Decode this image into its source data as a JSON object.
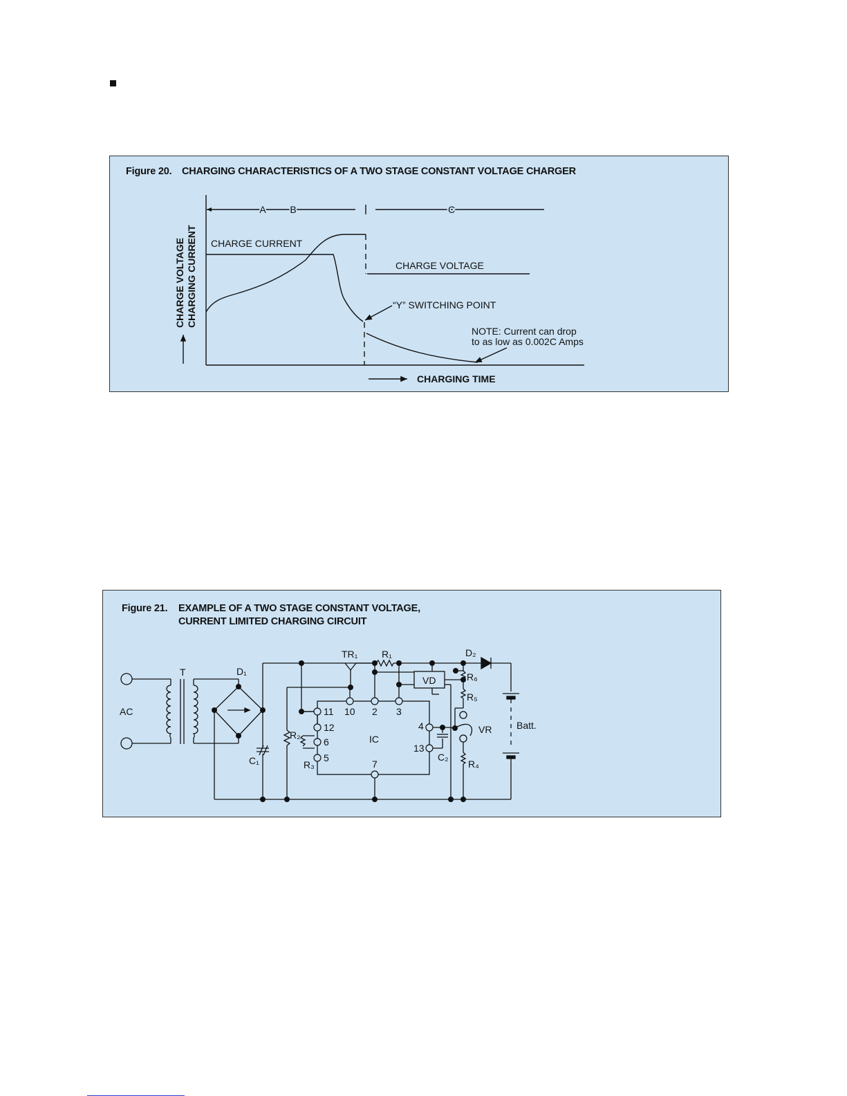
{
  "figure20": {
    "number": "Figure 20.",
    "title": "CHARGING CHARACTERISTICS OF A TWO STAGE CONSTANT VOLTAGE CHARGER",
    "y_axis_label_1": "CHARGE VOLTAGE",
    "y_axis_label_2": "CHARGING CURRENT",
    "x_axis_label": "CHARGING TIME",
    "regions": {
      "a": "A",
      "b": "B",
      "c": "C"
    },
    "curve_labels": {
      "charge_current": "CHARGE CURRENT",
      "charge_voltage": "CHARGE VOLTAGE",
      "switching_point": "“Y” SWITCHING POINT"
    },
    "note_line_1": "NOTE: Current can drop",
    "note_line_2": "to as low as 0.002C Amps"
  },
  "figure21": {
    "number": "Figure 21.",
    "title_line_1": "EXAMPLE OF A TWO STAGE CONSTANT VOLTAGE,",
    "title_line_2": "CURRENT LIMITED CHARGING CIRCUIT",
    "components": {
      "ac": "AC",
      "transformer": "T",
      "d1": "D₁",
      "d2": "D₂",
      "c1": "C₁",
      "c2": "C₂",
      "tr1": "TR₁",
      "r1": "R₁",
      "r2": "R₂",
      "r3": "R₃",
      "r4": "R₄",
      "r5": "R₅",
      "r6": "R₆",
      "vd": "VD",
      "vr": "VR",
      "ic": "IC",
      "battery": "Batt."
    },
    "ic_pins": {
      "p11": "11",
      "p12": "12",
      "p6": "6",
      "p5": "5",
      "p10": "10",
      "p2": "2",
      "p3": "3",
      "p4": "4",
      "p13": "13",
      "p7": "7"
    }
  }
}
